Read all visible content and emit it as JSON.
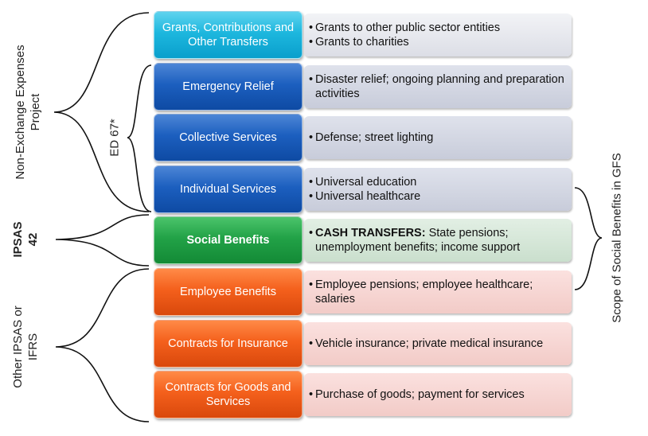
{
  "groups": {
    "non_exchange": "Non-Exchange Expenses Project",
    "ed67": "ED 67*",
    "ipsas_line1": "IPSAS",
    "ipsas_line2": "42",
    "other_line1": "Other IPSAS or",
    "other_line2": "IFRS",
    "scope": "Scope of Social Benefits in GFS"
  },
  "rows": [
    {
      "label": "Grants, Contributions and Other Transfers",
      "items": [
        {
          "bold": "",
          "text": "Grants to other public sector entities"
        },
        {
          "bold": "",
          "text": "Grants to charities"
        }
      ]
    },
    {
      "label": "Emergency Relief",
      "items": [
        {
          "bold": "",
          "text": "Disaster relief; ongoing planning and preparation activities"
        }
      ]
    },
    {
      "label": "Collective Services",
      "items": [
        {
          "bold": "",
          "text": "Defense; street lighting"
        }
      ]
    },
    {
      "label": "Individual Services",
      "items": [
        {
          "bold": "",
          "text": "Universal education"
        },
        {
          "bold": "",
          "text": "Universal healthcare"
        }
      ]
    },
    {
      "label": "Social Benefits",
      "items": [
        {
          "bold": "CASH TRANSFERS:",
          "text": " State pensions; unemployment benefits; income support"
        }
      ]
    },
    {
      "label": "Employee Benefits",
      "items": [
        {
          "bold": "",
          "text": "Employee pensions; employee healthcare; salaries"
        }
      ]
    },
    {
      "label": "Contracts for Insurance",
      "items": [
        {
          "bold": "",
          "text": "Vehicle insurance; private medical insurance"
        }
      ]
    },
    {
      "label": "Contracts for Goods and Services",
      "items": [
        {
          "bold": "",
          "text": "Purchase of goods; payment for services"
        }
      ]
    }
  ],
  "bullet": "•",
  "colors": {
    "grants": "#1db7de",
    "blue": "#1c5fbf",
    "green": "#22a247",
    "orange": "#f4601c"
  }
}
